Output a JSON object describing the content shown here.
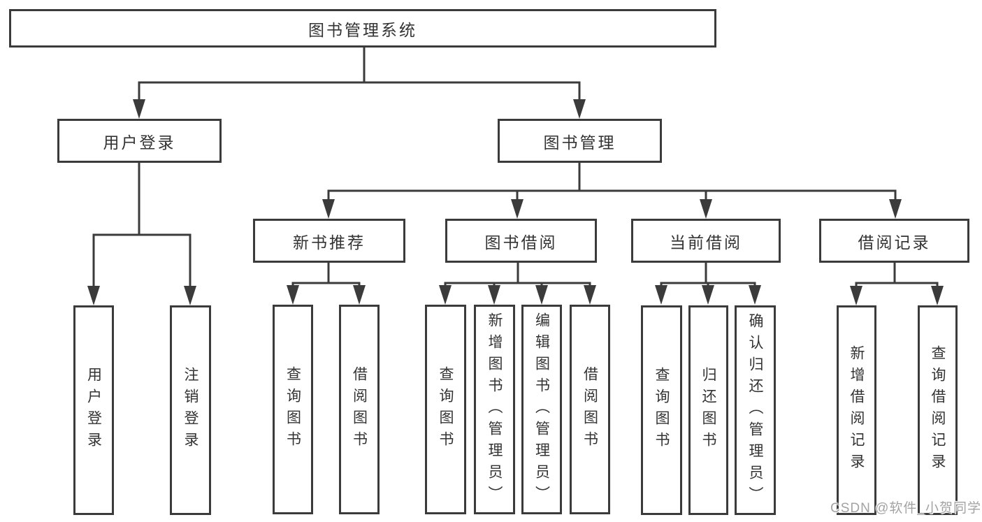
{
  "diagram": {
    "root": {
      "label": "图书管理系统"
    },
    "branches": [
      {
        "label": "用户登录",
        "children": [
          {
            "label": "用户登录"
          },
          {
            "label": "注销登录"
          }
        ]
      },
      {
        "label": "图书管理",
        "children": [
          {
            "label": "新书推荐",
            "children": [
              {
                "label": "查询图书"
              },
              {
                "label": "借阅图书"
              }
            ]
          },
          {
            "label": "图书借阅",
            "children": [
              {
                "label": "查询图书"
              },
              {
                "label": "新增图书（管理员）"
              },
              {
                "label": "编辑图书（管理员）"
              },
              {
                "label": "借阅图书"
              }
            ]
          },
          {
            "label": "当前借阅",
            "children": [
              {
                "label": "查询图书"
              },
              {
                "label": "归还图书"
              },
              {
                "label": "确认归还（管理员）"
              }
            ]
          },
          {
            "label": "借阅记录",
            "children": [
              {
                "label": "新增借阅记录"
              },
              {
                "label": "查询借阅记录"
              }
            ]
          }
        ]
      }
    ]
  },
  "watermark": {
    "text": "CSDN @软件_小贺同学"
  },
  "colors": {
    "line": "#3b3b3b",
    "text": "#333333",
    "watermark": "#a3a3a3",
    "background": "#ffffff"
  }
}
